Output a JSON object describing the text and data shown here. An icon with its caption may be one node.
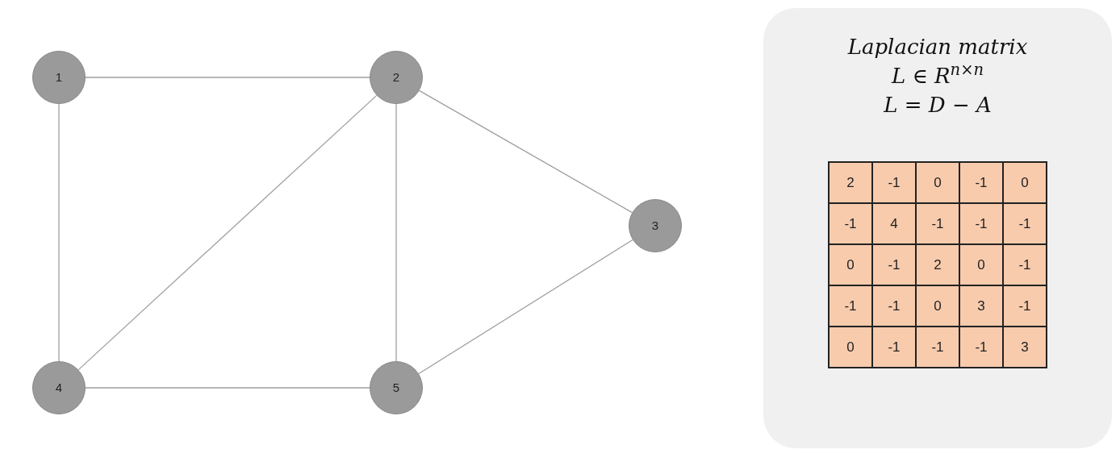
{
  "diagram": {
    "nodes": [
      {
        "text": [
          "1"
        ]
      },
      {
        "text": [
          "2"
        ]
      },
      {
        "text": [
          "3"
        ]
      },
      {
        "text": [
          "4"
        ]
      },
      {
        "text": [
          "5"
        ]
      },
      {
        "text": [
          "Laplacian matrix",
          "L ∈ R$^{n×n}$",
          "L = D − A"
        ]
      }
    ],
    "edges": [
      {
        "from": 0,
        "to": 1,
        "arrow": "none"
      },
      {
        "from": 0,
        "to": 3,
        "arrow": "none"
      },
      {
        "from": 1,
        "to": 3,
        "arrow": "none"
      },
      {
        "from": 1,
        "to": 4,
        "arrow": "none"
      },
      {
        "from": 1,
        "to": 2,
        "arrow": "none"
      },
      {
        "from": 3,
        "to": 4,
        "arrow": "none"
      },
      {
        "from": 4,
        "to": 2,
        "arrow": "none"
      }
    ],
    "labels": [
      "2",
      "-1",
      "0",
      "-1",
      "0",
      "-1",
      "4",
      "-1",
      "-1",
      "-1",
      "0",
      "-1",
      "2",
      "0",
      "-1",
      "-1",
      "-1",
      "0",
      "3",
      "-1",
      "0",
      "-1",
      "-1",
      "-1",
      "3"
    ]
  }
}
